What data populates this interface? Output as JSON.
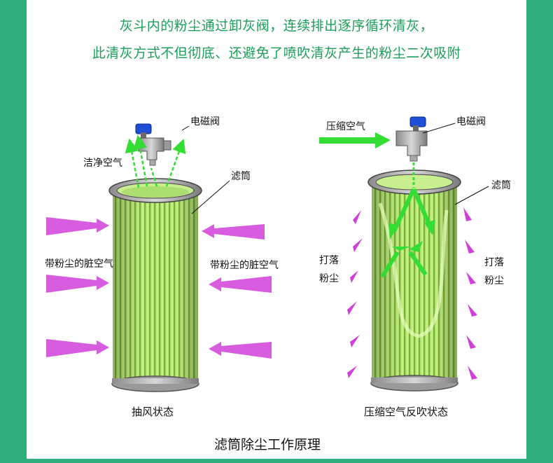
{
  "headline": {
    "line1": "灰斗内的粉尘通过卸灰阀，连续排出逐序循环清灰，",
    "line2": "此清灰方式不但彻底、还避免了喷吹清灰产生的粉尘二次吸附"
  },
  "left_panel": {
    "valve_label": "电磁阀",
    "clean_air_label": "洁净空气",
    "filter_label": "滤筒",
    "dirty_air_left": "带粉尘的脏空气",
    "dirty_air_right": "带粉尘的脏空气",
    "state_label": "抽风状态"
  },
  "right_panel": {
    "compressed_air_label": "压缩空气",
    "valve_label": "电磁阀",
    "filter_label": "滤筒",
    "dust_left_line1": "打落",
    "dust_left_line2": "粉尘",
    "dust_right_line1": "打落",
    "dust_right_line2": "粉尘",
    "state_label": "压缩空气反吹状态"
  },
  "caption": "滤筒除尘工作原理",
  "colors": {
    "border_green": "#2fb07a",
    "headline_green": "#1a9e5a",
    "filter_green": "#a9e26a",
    "arrow_green": "#33dd33",
    "dust_magenta": "#d040d8",
    "valve_blue": "#1f4fd6"
  }
}
